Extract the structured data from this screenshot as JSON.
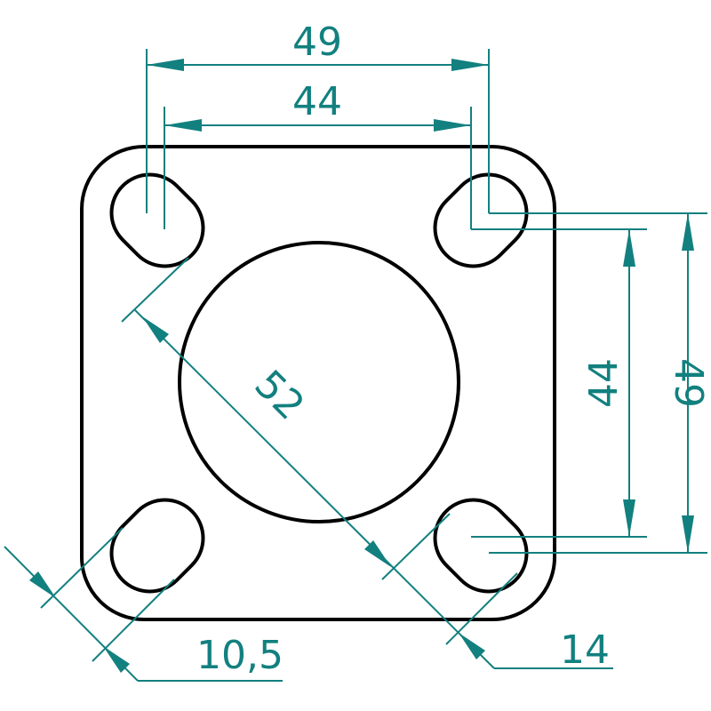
{
  "drawing": {
    "dimensions": {
      "outer_hole_spacing_horizontal": "49",
      "inner_hole_spacing_horizontal": "44",
      "inner_hole_spacing_vertical": "44",
      "outer_hole_spacing_vertical": "49",
      "center_bore_diameter": "52",
      "slot_width": "10,5",
      "slot_length": "14"
    },
    "colors": {
      "part_outline": "#000000",
      "dimension": "#12807f",
      "background": "#ffffff"
    }
  }
}
